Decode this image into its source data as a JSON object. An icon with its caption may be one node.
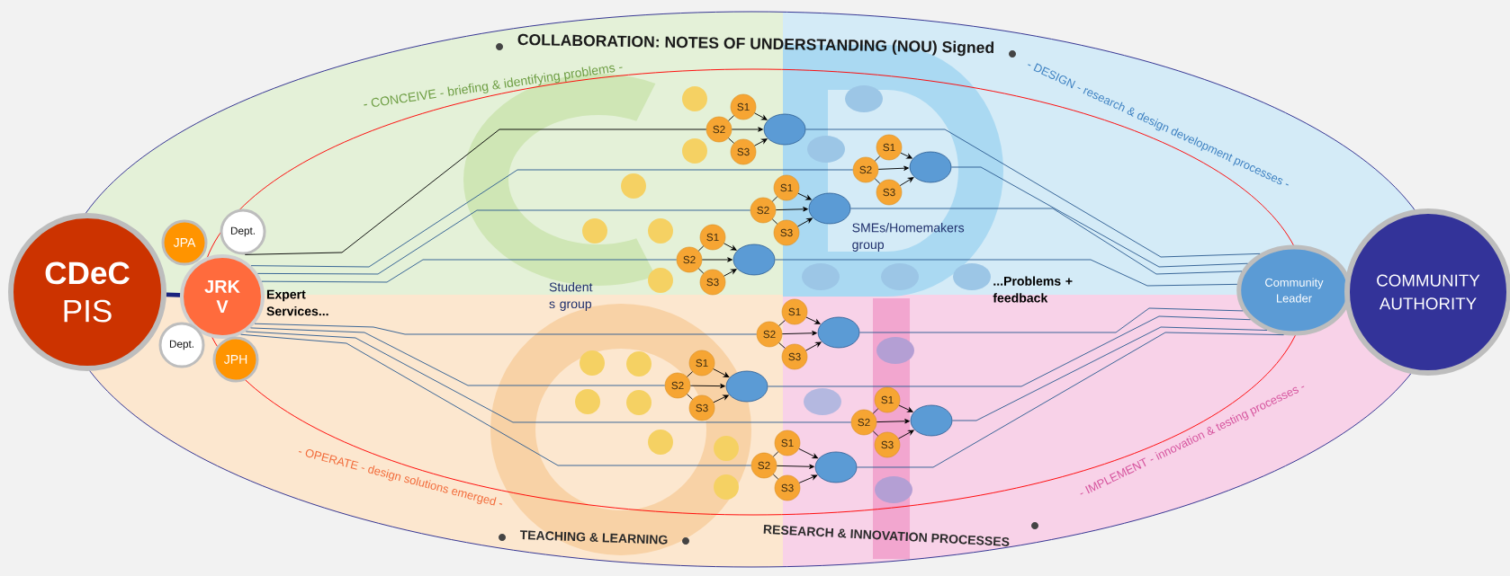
{
  "diagram": {
    "nodes": [
      {
        "text": [
          "CDeC",
          "PIS"
        ]
      },
      {
        "text": [
          "JPA"
        ]
      },
      {
        "text": [
          "Dept."
        ]
      },
      {
        "text": [
          "JRK V"
        ]
      },
      {
        "text": [
          "Dept."
        ]
      },
      {
        "text": [
          "JPH"
        ]
      },
      {
        "text": [
          "S1"
        ]
      },
      {
        "text": [
          "S2"
        ]
      },
      {
        "text": [
          "S3"
        ]
      },
      {
        "text": [],
        "shape": "ellipse"
      },
      {
        "text": [
          "S1"
        ]
      },
      {
        "text": [
          "S2"
        ]
      },
      {
        "text": [
          "S3"
        ]
      },
      {
        "text": [],
        "shape": "ellipse"
      },
      {
        "text": [
          "S1"
        ]
      },
      {
        "text": [
          "S2"
        ]
      },
      {
        "text": [
          "S3"
        ]
      },
      {
        "text": [],
        "shape": "ellipse"
      },
      {
        "text": [
          "S1"
        ]
      },
      {
        "text": [
          "S2"
        ]
      },
      {
        "text": [
          "S3"
        ]
      },
      {
        "text": [],
        "shape": "ellipse"
      },
      {
        "text": [
          "S1"
        ]
      },
      {
        "text": [
          "S2"
        ]
      },
      {
        "text": [
          "S3"
        ]
      },
      {
        "text": [],
        "shape": "ellipse"
      },
      {
        "text": [
          "S1"
        ]
      },
      {
        "text": [
          "S2"
        ]
      },
      {
        "text": [
          "S3"
        ]
      },
      {
        "text": [],
        "shape": "ellipse"
      },
      {
        "text": [
          "S1"
        ]
      },
      {
        "text": [
          "S2"
        ]
      },
      {
        "text": [
          "S3"
        ]
      },
      {
        "text": [],
        "shape": "ellipse"
      },
      {
        "text": [
          "S1"
        ]
      },
      {
        "text": [
          "S2"
        ]
      },
      {
        "text": [
          "S3"
        ]
      },
      {
        "text": [],
        "shape": "ellipse"
      },
      {
        "text": [
          "Community Leader"
        ]
      },
      {
        "text": [
          "COMMUNITY AUTHORITY"
        ]
      }
    ],
    "edges": [
      {
        "from": 0,
        "to": 3,
        "arrow": "none",
        "style": "thick",
        "color": "#1a237e"
      },
      {
        "from": 7,
        "to": 6,
        "arrow": "none"
      },
      {
        "from": 7,
        "to": 8,
        "arrow": "none"
      },
      {
        "from": 6,
        "to": 9,
        "arrow": "to"
      },
      {
        "from": 7,
        "to": 9,
        "arrow": "to"
      },
      {
        "from": 8,
        "to": 9,
        "arrow": "to"
      },
      {
        "from": 11,
        "to": 10,
        "arrow": "none"
      },
      {
        "from": 11,
        "to": 12,
        "arrow": "none"
      },
      {
        "from": 10,
        "to": 13,
        "arrow": "to"
      },
      {
        "from": 11,
        "to": 13,
        "arrow": "to"
      },
      {
        "from": 12,
        "to": 13,
        "arrow": "to"
      },
      {
        "from": 15,
        "to": 14,
        "arrow": "none"
      },
      {
        "from": 15,
        "to": 16,
        "arrow": "none"
      },
      {
        "from": 14,
        "to": 17,
        "arrow": "to"
      },
      {
        "from": 15,
        "to": 17,
        "arrow": "to"
      },
      {
        "from": 16,
        "to": 17,
        "arrow": "to"
      },
      {
        "from": 19,
        "to": 18,
        "arrow": "none"
      },
      {
        "from": 19,
        "to": 20,
        "arrow": "none"
      },
      {
        "from": 18,
        "to": 21,
        "arrow": "to"
      },
      {
        "from": 19,
        "to": 21,
        "arrow": "to"
      },
      {
        "from": 20,
        "to": 21,
        "arrow": "to"
      },
      {
        "from": 23,
        "to": 22,
        "arrow": "none"
      },
      {
        "from": 23,
        "to": 24,
        "arrow": "none"
      },
      {
        "from": 22,
        "to": 25,
        "arrow": "to"
      },
      {
        "from": 23,
        "to": 25,
        "arrow": "to"
      },
      {
        "from": 24,
        "to": 25,
        "arrow": "to"
      },
      {
        "from": 27,
        "to": 26,
        "arrow": "none"
      },
      {
        "from": 27,
        "to": 28,
        "arrow": "none"
      },
      {
        "from": 26,
        "to": 29,
        "arrow": "to"
      },
      {
        "from": 27,
        "to": 29,
        "arrow": "to"
      },
      {
        "from": 28,
        "to": 29,
        "arrow": "to"
      },
      {
        "from": 31,
        "to": 30,
        "arrow": "none"
      },
      {
        "from": 31,
        "to": 32,
        "arrow": "none"
      },
      {
        "from": 30,
        "to": 33,
        "arrow": "to"
      },
      {
        "from": 31,
        "to": 33,
        "arrow": "to"
      },
      {
        "from": 32,
        "to": 33,
        "arrow": "to"
      },
      {
        "from": 35,
        "to": 34,
        "arrow": "none"
      },
      {
        "from": 35,
        "to": 36,
        "arrow": "none"
      },
      {
        "from": 34,
        "to": 37,
        "arrow": "to"
      },
      {
        "from": 35,
        "to": 37,
        "arrow": "to"
      },
      {
        "from": 36,
        "to": 37,
        "arrow": "to"
      },
      {
        "from": 2,
        "to": 7,
        "arrow": "none"
      },
      {
        "from": 3,
        "to": 11,
        "arrow": "none",
        "color": "#2e5d92"
      },
      {
        "from": 3,
        "to": 15,
        "arrow": "none",
        "color": "#2e5d92"
      },
      {
        "from": 3,
        "to": 19,
        "arrow": "none",
        "color": "#2e5d92"
      },
      {
        "from": 3,
        "to": 23,
        "arrow": "none",
        "color": "#2e5d92"
      },
      {
        "from": 3,
        "to": 27,
        "arrow": "none",
        "color": "#2e5d92"
      },
      {
        "from": 3,
        "to": 31,
        "arrow": "none",
        "color": "#2e5d92"
      },
      {
        "from": 3,
        "to": 35,
        "arrow": "none",
        "color": "#2e5d92"
      },
      {
        "from": 9,
        "to": 38,
        "arrow": "none",
        "color": "#2e5d92"
      },
      {
        "from": 13,
        "to": 38,
        "arrow": "none",
        "color": "#2e5d92"
      },
      {
        "from": 17,
        "to": 38,
        "arrow": "none",
        "color": "#2e5d92"
      },
      {
        "from": 21,
        "to": 38,
        "arrow": "none",
        "color": "#2e5d92"
      },
      {
        "from": 25,
        "to": 38,
        "arrow": "none",
        "color": "#2e5d92"
      },
      {
        "from": 29,
        "to": 38,
        "arrow": "none",
        "color": "#2e5d92"
      },
      {
        "from": 33,
        "to": 38,
        "arrow": "none",
        "color": "#2e5d92"
      },
      {
        "from": 37,
        "to": 38,
        "arrow": "none",
        "color": "#2e5d92"
      }
    ],
    "labels": [
      "COLLABORATION: NOTES OF UNDERSTANDING (NOU) Signed",
      "- CONCEIVE - briefing & identifying problems -",
      "- DESIGN - research & design development processes -",
      "Student s group",
      "SMEs/Homemakers group",
      "Expert Services...",
      "...Problems + feedback",
      "- OPERATE - design solutions emerged -",
      "- IMPLEMENT - innovation & testing processes -",
      "TEACHING & LEARNING",
      "RESEARCH & INNOVATION PROCESSES"
    ]
  }
}
